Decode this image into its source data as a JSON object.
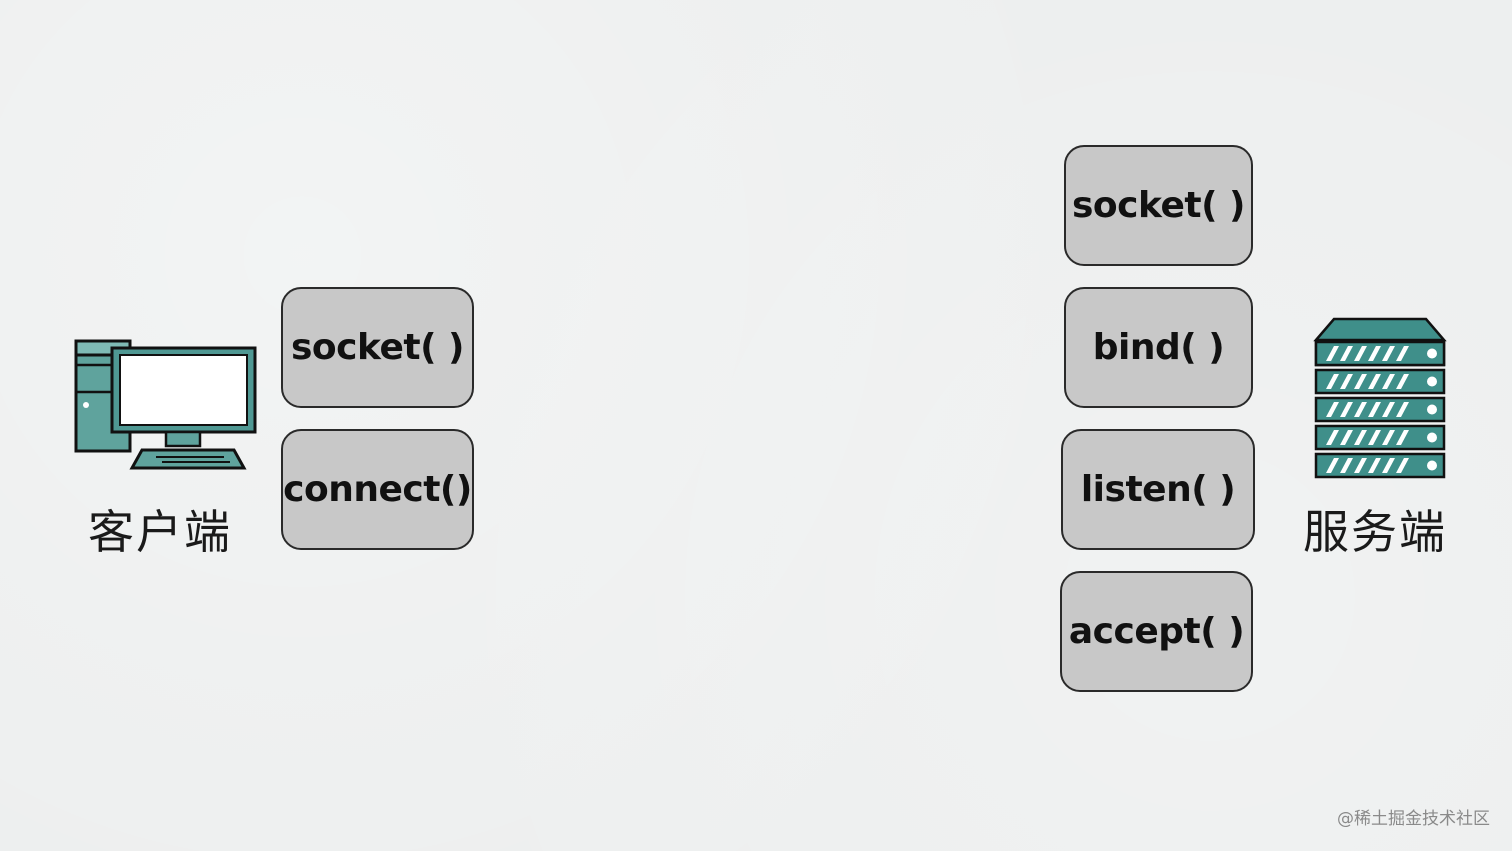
{
  "client": {
    "label": "客户端",
    "icon": "desktop-computer-icon",
    "functions": [
      "socket( )",
      "connect()"
    ]
  },
  "server": {
    "label": "服务端",
    "icon": "server-rack-icon",
    "functions": [
      "socket( )",
      "bind( )",
      "listen( )",
      "accept( )"
    ]
  },
  "watermark": "@稀土掘金技术社区",
  "colors": {
    "background": "#eceeee",
    "box_fill": "#c8c8c8",
    "box_border": "#2a2a2a",
    "icon_teal": "#3f8f8a",
    "icon_teal_light": "#6fb3ae"
  }
}
